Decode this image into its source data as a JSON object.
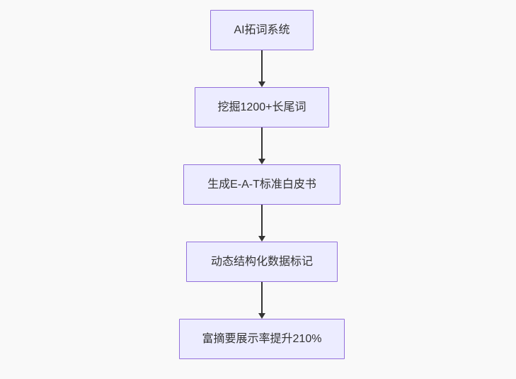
{
  "diagram": {
    "type": "flowchart",
    "direction": "top-down",
    "nodes": [
      {
        "label": "AI拓词系统"
      },
      {
        "label": "挖掘1200+长尾词"
      },
      {
        "label": "生成E-A-T标准白皮书"
      },
      {
        "label": "动态结构化数据标记"
      },
      {
        "label": "富摘要展示率提升210%"
      }
    ],
    "edges": [
      {
        "from": "AI拓词系统",
        "to": "挖掘1200+长尾词"
      },
      {
        "from": "挖掘1200+长尾词",
        "to": "生成E-A-T标准白皮书"
      },
      {
        "from": "生成E-A-T标准白皮书",
        "to": "动态结构化数据标记"
      },
      {
        "from": "动态结构化数据标记",
        "to": "富摘要展示率提升210%"
      }
    ],
    "colors": {
      "node_fill": "#ECECFF",
      "node_border": "#9370DB",
      "edge": "#333333",
      "text": "#333333",
      "background": "#F9F9F9"
    }
  }
}
